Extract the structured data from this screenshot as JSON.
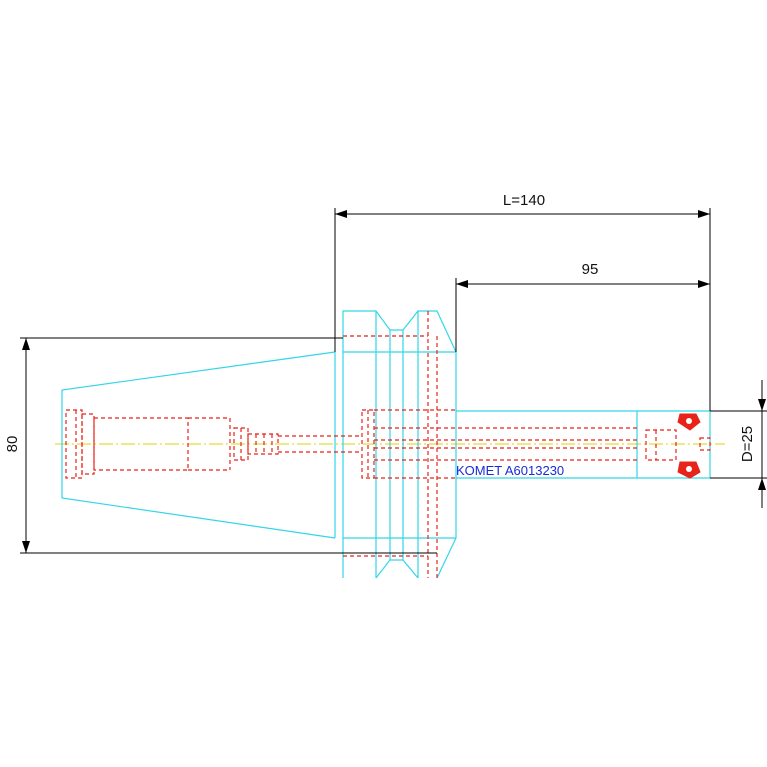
{
  "drawing": {
    "dimensions": {
      "length_label": "L=140",
      "partial_label": "95",
      "height_label": "80",
      "diameter_label": "D=25"
    },
    "part_label": "KOMET A6013230",
    "colors": {
      "outline": "#33d6e8",
      "hidden": "#e8231a",
      "centerline": "#e0d000",
      "dimension": "#000000",
      "label": "#1a2bd8"
    }
  }
}
